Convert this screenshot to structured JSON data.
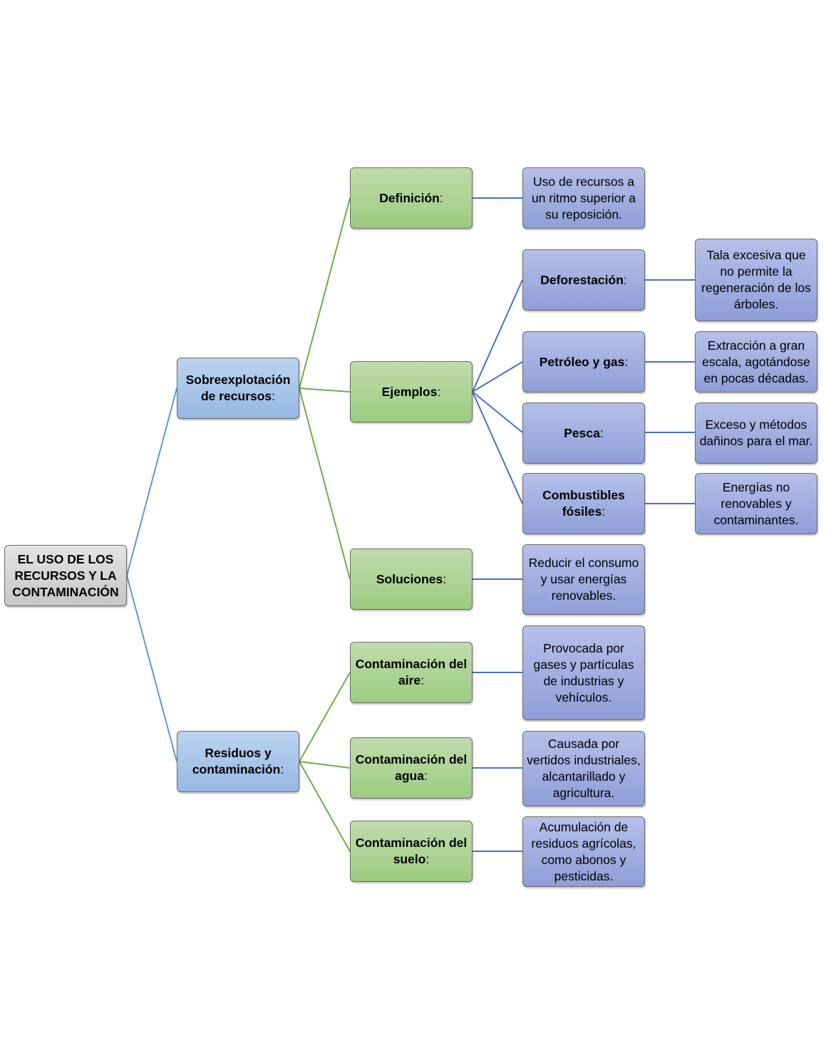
{
  "nodes": {
    "root": "EL USO DE LOS RECURSOS Y LA CONTAMINACIÓN",
    "sobreexplotacion": "Sobreexplotación de recursos",
    "residuos": "Residuos y contaminación",
    "definicion": "Definición",
    "ejemplos": "Ejemplos",
    "soluciones": "Soluciones",
    "contaminacion_aire": "Contaminación del aire",
    "contaminacion_agua": "Contaminación del agua",
    "contaminacion_suelo": "Contaminación del suelo",
    "deforestacion": "Deforestación",
    "petroleo_gas": "Petróleo y gas",
    "pesca": "Pesca",
    "combustibles_fosiles": "Combustibles fósiles",
    "definicion_texto": "Uso de recursos a un ritmo superior a su reposición.",
    "deforestacion_texto": "Tala excesiva que no permite la regeneración de los árboles.",
    "petroleo_gas_texto": "Extracción a gran escala, agotándose en pocas décadas.",
    "pesca_texto": "Exceso y métodos dañinos para el mar.",
    "combustibles_texto": "Energías no renovables y contaminantes.",
    "soluciones_texto": "Reducir el consumo y usar energías renovables.",
    "aire_texto": "Provocada por gases y partículas de industrias y vehículos.",
    "agua_texto": "Causada por vertidos industriales, alcantarillado y agricultura.",
    "suelo_texto": "Acumulación de residuos agrícolas, como abonos y pesticidas."
  },
  "colon": ":",
  "colors": {
    "gray": "#c9c9c9",
    "blue": "#9dbde6",
    "green": "#a2ce86",
    "purple": "#93a3da",
    "line_blue": "#5b9bd5",
    "line_green": "#70ad47",
    "line_dark_blue": "#4472c4"
  }
}
